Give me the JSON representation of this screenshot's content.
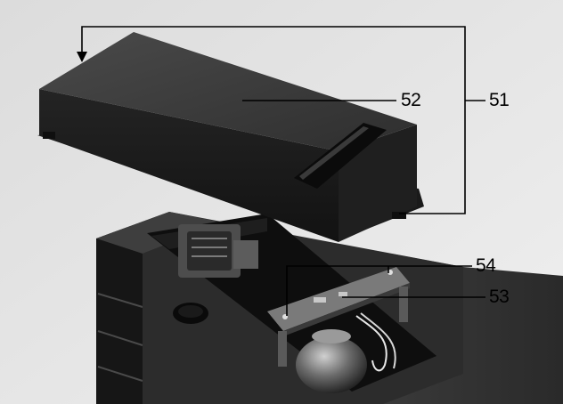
{
  "callouts": {
    "c51": "51",
    "c52": "52",
    "c53": "53",
    "c54": "54"
  },
  "icons": [
    "arrow-head-icon"
  ],
  "palette": {
    "background": "#e6e6e6",
    "housing_dark": "#2a2a2a",
    "lid_top": "#3c3c3c",
    "pcb": "#6a6a6a",
    "leader_line": "#000000"
  }
}
